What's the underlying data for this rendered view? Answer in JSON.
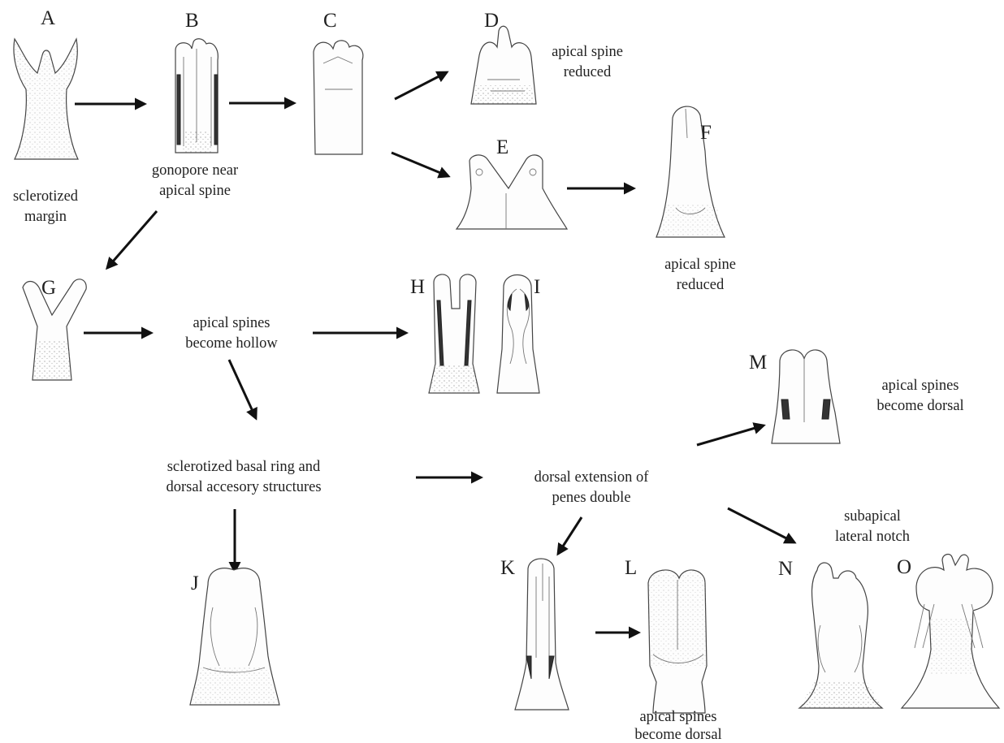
{
  "figure_labels": {
    "A": "A",
    "B": "B",
    "C": "C",
    "D": "D",
    "E": "E",
    "F": "F",
    "G": "G",
    "H": "H",
    "I": "I",
    "J": "J",
    "K": "K",
    "L": "L",
    "M": "M",
    "N": "N",
    "O": "O"
  },
  "captions": {
    "a_line1": "sclerotized",
    "a_line2": "margin",
    "b_line1": "gonopore near",
    "b_line2": "apical spine",
    "d_line1": "apical spine",
    "d_line2": "reduced",
    "f_line1": "apical spine",
    "f_line2": "reduced",
    "g_line1": "apical spines",
    "g_line2": "become hollow",
    "center_line1": "sclerotized basal ring and",
    "center_line2": "dorsal accesory structures",
    "dorsal_line1": "dorsal extension of",
    "dorsal_line2": "penes double",
    "m_line1": "apical spines",
    "m_line2": "become dorsal",
    "notch_line1": "subapical",
    "notch_line2": "lateral notch",
    "l_line1": "apical spines",
    "l_line2": "become dorsal"
  }
}
